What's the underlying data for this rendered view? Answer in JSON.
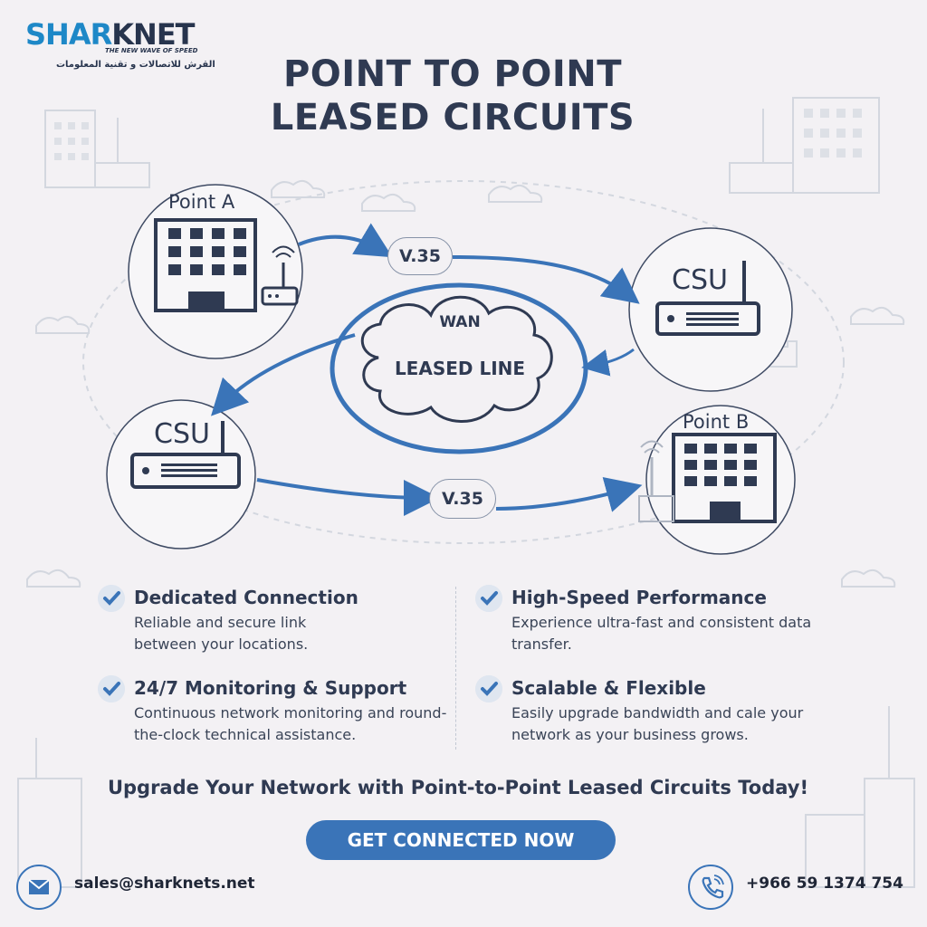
{
  "brand": {
    "name_part1": "SHAR",
    "name_part2": "KNET",
    "tagline": "THE NEW WAVE OF SPEED",
    "arabic_name": "القرش للاتصالات و تقنية المعلومات"
  },
  "title": {
    "line1": "POINT TO POINT",
    "line2": "LEASED CIRCUITS"
  },
  "diagram": {
    "point_a_label": "Point A",
    "point_b_label": "Point B",
    "csu_top_label": "CSU",
    "csu_left_label": "CSU",
    "v35_top_label": "V.35",
    "v35_bottom_label": "V.35",
    "cloud_line1": "WAN",
    "cloud_line2": "LEASED LINE"
  },
  "features": [
    {
      "title": "Dedicated Connection",
      "desc": "Reliable and secure link between your locations."
    },
    {
      "title": "High-Speed Performance",
      "desc": "Experience ultra-fast and consistent data transfer."
    },
    {
      "title": "24/7 Monitoring & Support",
      "desc": "Continuous network monitoring and round-the-clock technical assistance."
    },
    {
      "title": "Scalable & Flexible",
      "desc": "Easily upgrade bandwidth and cale your network as your business grows."
    }
  ],
  "cta": {
    "headline": "Upgrade Your Network with Point-to-Point Leased Circuits Today!",
    "button_label": "GET CONNECTED NOW"
  },
  "contact": {
    "email": "sales@sharknets.net",
    "phone": "+966 59 1374 754"
  },
  "colors": {
    "accent_blue": "#3a74b8",
    "brand_blue": "#1e88c7",
    "navy": "#2f3a52",
    "background": "#f3f1f4"
  },
  "icons": [
    "building-icon",
    "antenna-icon",
    "router-icon",
    "csu-device-icon",
    "cloud-icon",
    "check-icon",
    "mail-icon",
    "phone-icon"
  ]
}
